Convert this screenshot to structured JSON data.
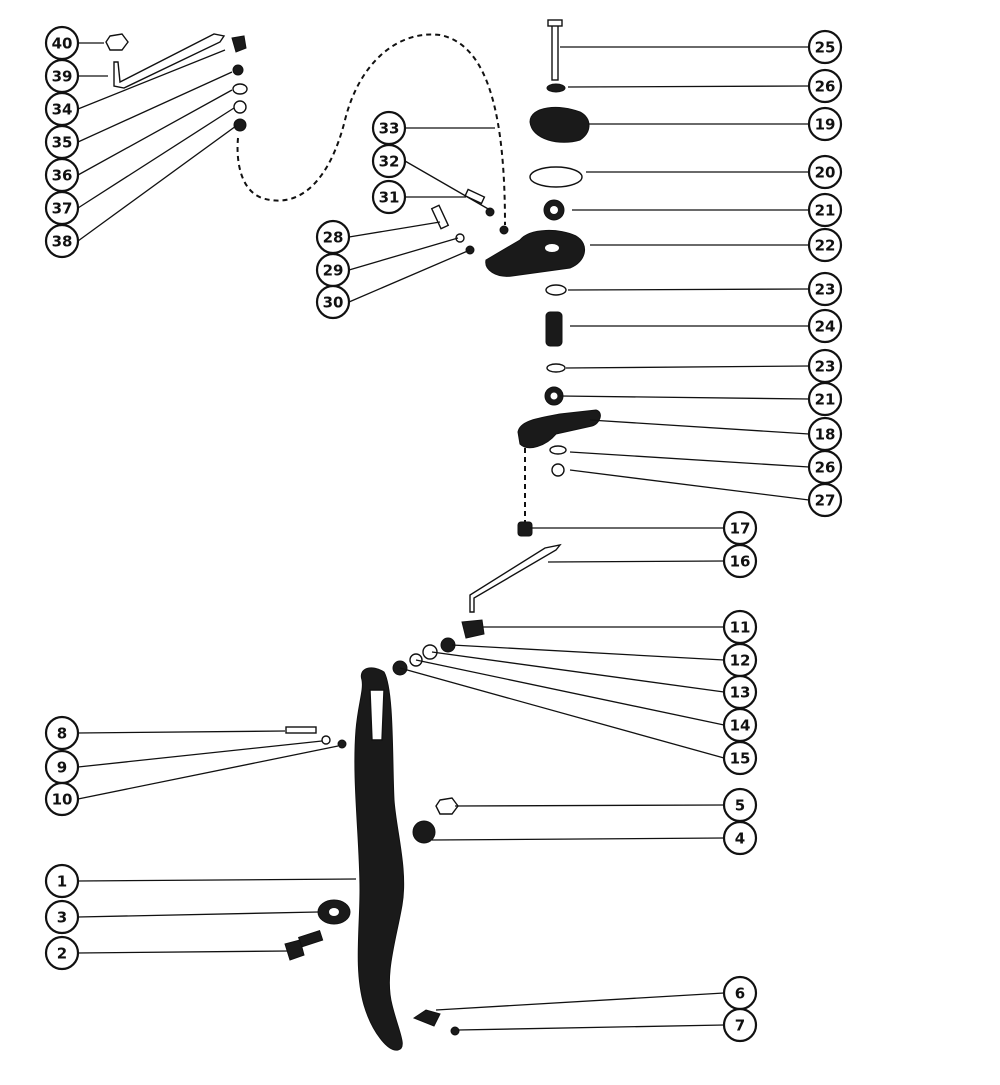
{
  "diagram": {
    "callouts": [
      "1",
      "2",
      "3",
      "4",
      "5",
      "6",
      "7",
      "8",
      "9",
      "10",
      "11",
      "12",
      "13",
      "14",
      "15",
      "16",
      "17",
      "18",
      "19",
      "20",
      "21",
      "21",
      "22",
      "23",
      "23",
      "24",
      "25",
      "26",
      "26",
      "27",
      "28",
      "29",
      "30",
      "31",
      "32",
      "33",
      "34",
      "35",
      "36",
      "37",
      "38",
      "39",
      "40"
    ],
    "colors": {
      "ink": "#111111",
      "paper": "#ffffff"
    }
  }
}
